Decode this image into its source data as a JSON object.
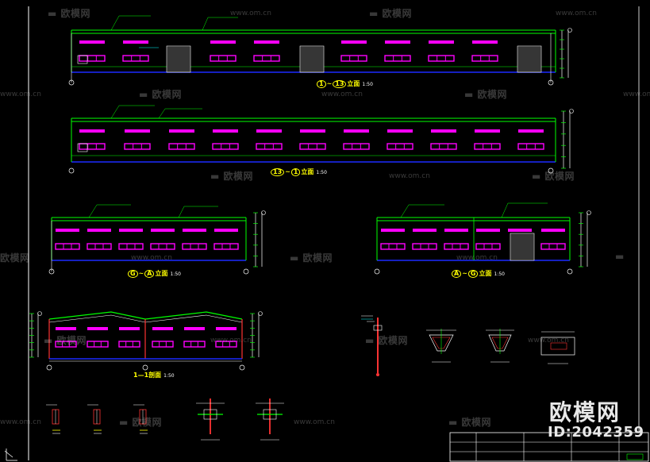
{
  "watermark": {
    "brand": "欧模网",
    "url": "www.om.cn"
  },
  "branding": {
    "logo_text": "欧模网",
    "id_text": "ID:2042359"
  },
  "view_titles": {
    "elev1": {
      "from": "1",
      "to": "13",
      "suffix": "立面",
      "scale": "1:50"
    },
    "elev2": {
      "from": "13",
      "to": "1",
      "suffix": "立面",
      "scale": "1:50"
    },
    "elev3": {
      "from": "G",
      "to": "A",
      "suffix": "立面",
      "scale": "1:50"
    },
    "elev4": {
      "from": "A",
      "to": "G",
      "suffix": "立面",
      "scale": "1:50"
    },
    "section": {
      "label": "1—1剖面",
      "scale": "1:50"
    }
  },
  "colors": {
    "background": "#000000",
    "window": "#ff00ff",
    "line": "#00ff00",
    "wall": "#1c2bff",
    "dim": "#ffff00",
    "white": "#ffffff",
    "cyan": "#00ffff",
    "red": "#ff3333"
  }
}
